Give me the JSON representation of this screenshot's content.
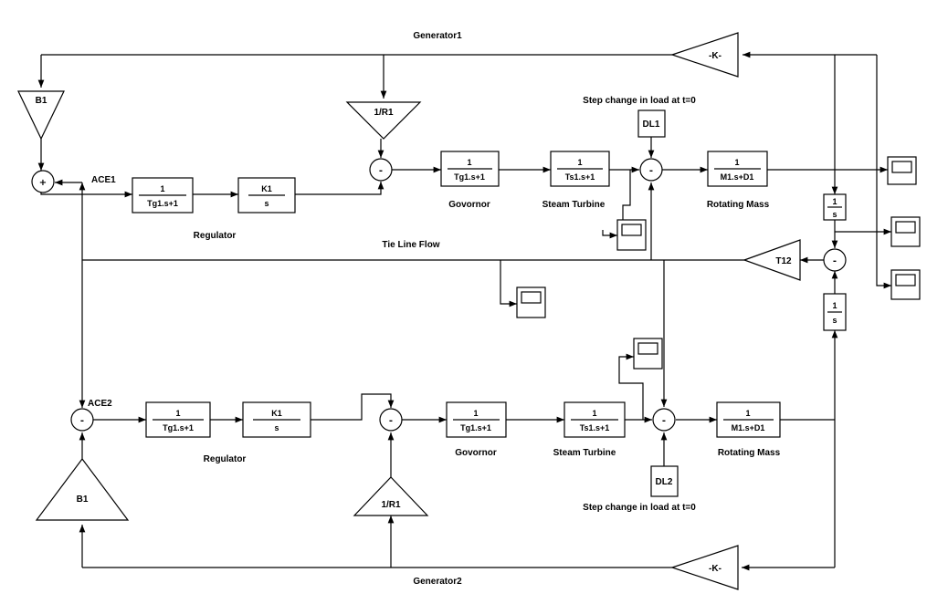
{
  "labels": {
    "generator1": "Generator1",
    "generator2": "Generator2",
    "tie_line": "Tie Line Flow",
    "ace1": "ACE1",
    "ace2": "ACE2",
    "step1": "Step change in load at t=0",
    "step2": "Step change in load at t=0",
    "regulator1": "Regulator",
    "regulator2": "Regulator",
    "governor1": "Govornor",
    "governor2": "Govornor",
    "turbine1": "Steam Turbine",
    "turbine2": "Steam Turbine",
    "mass1": "Rotating Mass",
    "mass2": "Rotating Mass"
  },
  "blocks": {
    "reg1": {
      "num": "1",
      "den": "Tg1.s+1"
    },
    "int1": {
      "num": "K1",
      "den": "s"
    },
    "gov1": {
      "num": "1",
      "den": "Tg1.s+1"
    },
    "turb1": {
      "num": "1",
      "den": "Ts1.s+1"
    },
    "mass1": {
      "num": "1",
      "den": "M1.s+D1"
    },
    "reg2": {
      "num": "1",
      "den": "Tg1.s+1"
    },
    "int2": {
      "num": "K1",
      "den": "s"
    },
    "gov2": {
      "num": "1",
      "den": "Tg1.s+1"
    },
    "turb2": {
      "num": "1",
      "den": "Ts1.s+1"
    },
    "mass2": {
      "num": "1",
      "den": "M1.s+D1"
    },
    "integ_top": {
      "num": "1",
      "den": "s"
    },
    "integ_bot": {
      "num": "1",
      "den": "s"
    }
  },
  "gains": {
    "b1_top": "B1",
    "r1_top": "1/R1",
    "k_top": "-K-",
    "t12": "T12",
    "b1_bot": "B1",
    "r1_bot": "1/R1",
    "k_bot": "-K-"
  },
  "constants": {
    "dl1": "DL1",
    "dl2": "DL2"
  }
}
